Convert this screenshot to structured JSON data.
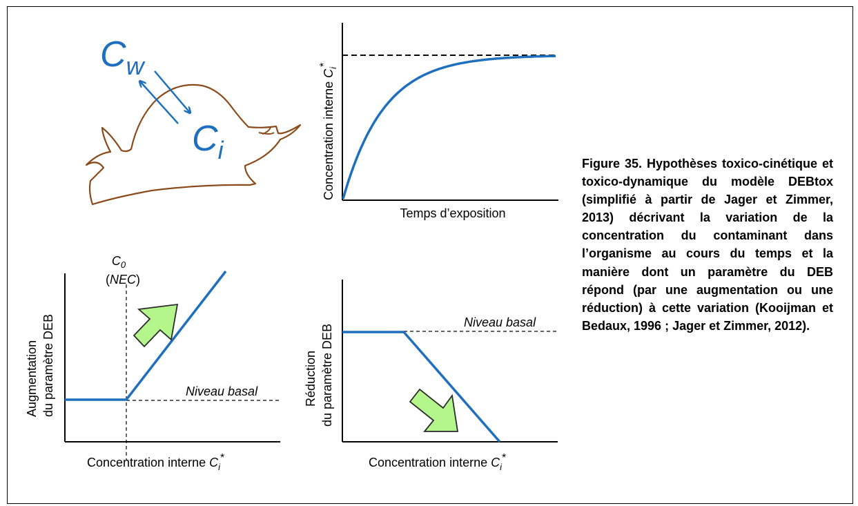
{
  "colors": {
    "curve": "#1f6fbf",
    "snail": "#8a4a1a",
    "arrow_fill": "#b4f58c",
    "arrow_stroke": "#2a2a2a",
    "axis": "#000000"
  },
  "snail": {
    "cw_main": "C",
    "cw_sub": "w",
    "ci_main": "C",
    "ci_sub": "i"
  },
  "top_chart": {
    "ylabel_text": "Concentration interne ",
    "ylabel_var": "C",
    "ylabel_sub": "i",
    "ylabel_sup": "*",
    "xlabel": "Temps d’exposition"
  },
  "left_chart": {
    "ylabel_line1": "Augmentation",
    "ylabel_line2": "du paramètre DEB",
    "xlabel_text": "Concentration interne ",
    "xlabel_var": "C",
    "xlabel_sub": "i",
    "xlabel_sup": "*",
    "threshold_var": "C",
    "threshold_sub": "0",
    "threshold_paren_open": "(",
    "threshold_name": "NEC",
    "threshold_paren_close": ")",
    "baseline_label": "Niveau basal"
  },
  "right_chart": {
    "ylabel_line1": "Réduction",
    "ylabel_line2": "du paramètre DEB",
    "xlabel_text": "Concentration interne ",
    "xlabel_var": "C",
    "xlabel_sub": "i",
    "xlabel_sup": "*",
    "baseline_label": "Niveau basal"
  },
  "caption": "Figure 35. Hypothèses toxico-cinétique et toxico-dynamique du modèle DEBtox (simplifié à partir de Jager et Zimmer, 2013) décrivant la variation de la concentration du contaminant dans l’organisme au cours du temps et la manière dont un paramètre du DEB répond (par une augmentation ou une réduction) à cette variation (Kooijman et Bedaux, 1996 ; Jager et Zimmer, 2012)."
}
